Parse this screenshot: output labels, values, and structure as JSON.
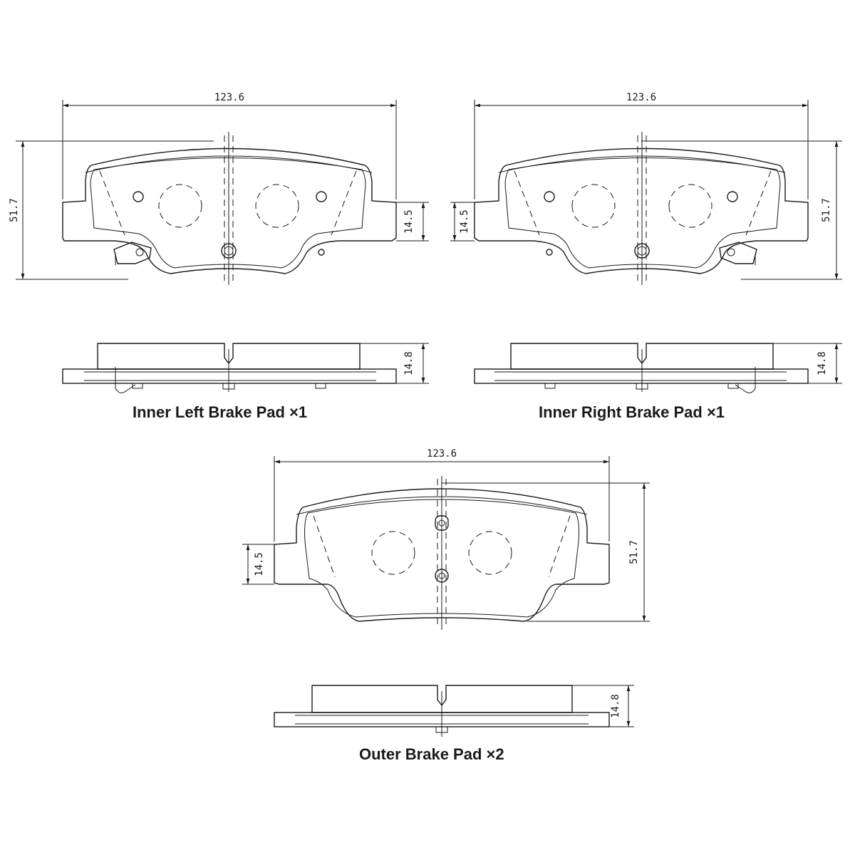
{
  "dimensions": {
    "length": "123.6",
    "height": "51.7",
    "ear_height": "14.5",
    "thickness": "14.8"
  },
  "captions": {
    "inner_left": "Inner Left Brake Pad ×1",
    "inner_right": "Inner Right Brake Pad ×1",
    "outer": "Outer Brake Pad ×2"
  }
}
